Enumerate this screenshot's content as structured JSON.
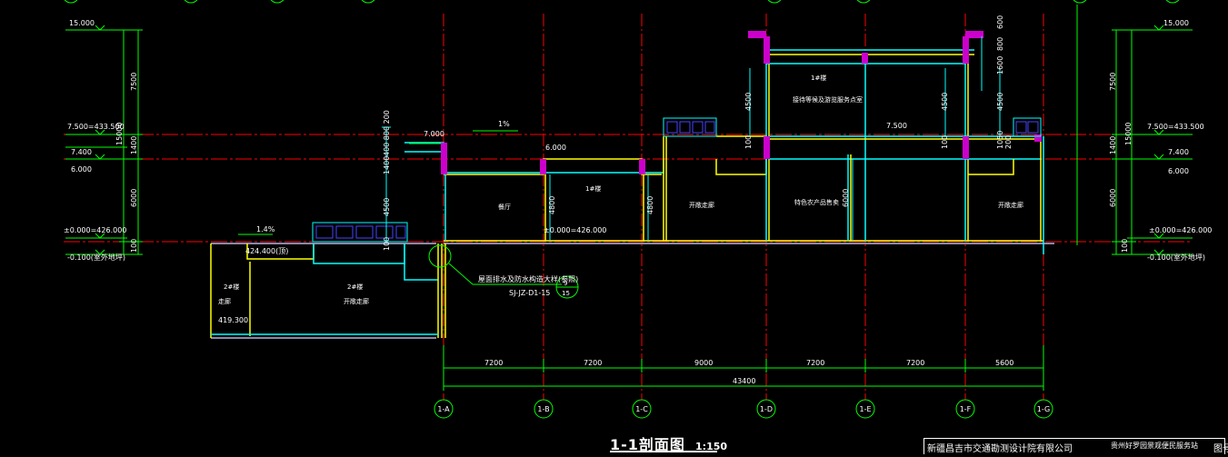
{
  "drawing": {
    "title": "1-1剖面图",
    "scale": "1:150",
    "company_name": "新疆昌吉市交通勘测设计院有限公司",
    "project_name": "贵州好罗园景观便民服务站",
    "sheet_label": "图号"
  },
  "elevations_left": {
    "top": "15.000",
    "mid": "7.500=433.500",
    "mid2": "7.400",
    "low": "6.000",
    "ground": "±0.000=426.000",
    "outdoor": "-0.100(室外地坪)"
  },
  "elevations_right": {
    "top": "15.000",
    "mid": "7.500=433.500",
    "mid2": "7.400",
    "low": "6.000",
    "ground": "±0.000=426.000",
    "outdoor": "-0.100(室外地坪)"
  },
  "vertical_dims_left": [
    "7500",
    "1400",
    "15000",
    "6000",
    "100"
  ],
  "vertical_dims_right": [
    "7500",
    "1400",
    "15000",
    "6000",
    "100"
  ],
  "top_dims": [
    "600",
    "800",
    "1600"
  ],
  "section_labels": {
    "slope_1": "1%",
    "slope_2": "1.4%",
    "el_7000": "7.000",
    "el_6000": "6.000",
    "el_7500": "7.500",
    "el_424": "424.400(顶)",
    "el_419": "419.300",
    "ground_mid": "±0.000=426.000",
    "dims_400_800_200": "400 800 200",
    "dim_1400": "1400",
    "dim_4500": "4500",
    "dim_100": "100",
    "dim_4800a": "4800",
    "dim_4800b": "4800",
    "dim_6000": "6000",
    "dim_4500b": "4500",
    "dim_4500c": "4500",
    "dim_4500d": "4500",
    "dim_100b": "100",
    "dim_100c": "100",
    "dim_1050": "1050",
    "dim_200": "200"
  },
  "rooms": {
    "r1": "餐厅",
    "r2": "1#楼",
    "r3": "开敞走廊",
    "r4": "特色农产品售卖",
    "r5": "开敞走廊",
    "r6": "1#楼",
    "r7": "接待等候及游览服务点室",
    "r8": "2#楼",
    "r9": "走廊",
    "r10": "2#楼",
    "r11": "开敞走廊"
  },
  "callout": {
    "text": "屋面排水及防水构造大样(参照)",
    "ref": "SJ-JZ-D1-15",
    "bubble_top": "9",
    "bubble_bottom": "15"
  },
  "bottom_dims": [
    "7200",
    "7200",
    "9000",
    "7200",
    "7200",
    "5600"
  ],
  "total_dim": "43400",
  "axes": [
    "1-A",
    "1-B",
    "1-C",
    "1-D",
    "1-E",
    "1-F",
    "1-G"
  ],
  "colors": {
    "background": "#000000",
    "axis_line": "#ff0000",
    "dimension": "#00ff00",
    "wall_cyan": "#00ffff",
    "structure_yellow": "#ffff00",
    "column_magenta": "#ff00ff",
    "text_white": "#ffffff",
    "window_blue": "#0000ff"
  }
}
